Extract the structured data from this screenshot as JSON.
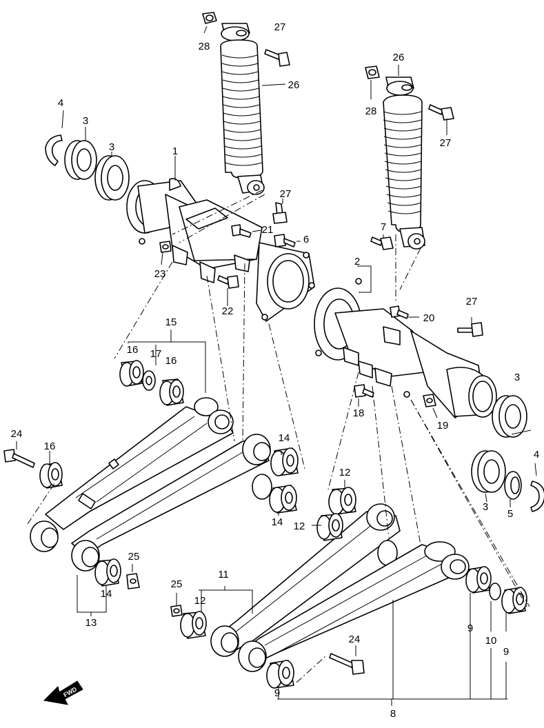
{
  "callouts": [
    {
      "id": "28a",
      "text": "28"
    },
    {
      "id": "27a",
      "text": "27"
    },
    {
      "id": "26a",
      "text": "26"
    },
    {
      "id": "4a",
      "text": "4"
    },
    {
      "id": "3a",
      "text": "3"
    },
    {
      "id": "3b",
      "text": "3"
    },
    {
      "id": "1",
      "text": "1"
    },
    {
      "id": "27b",
      "text": "27"
    },
    {
      "id": "21",
      "text": "21"
    },
    {
      "id": "6",
      "text": "6"
    },
    {
      "id": "23",
      "text": "23"
    },
    {
      "id": "22",
      "text": "22"
    },
    {
      "id": "26b",
      "text": "26"
    },
    {
      "id": "26c",
      "text": "26"
    },
    {
      "id": "28b",
      "text": "28"
    },
    {
      "id": "27c",
      "text": "27"
    },
    {
      "id": "7",
      "text": "7"
    },
    {
      "id": "2",
      "text": "2"
    },
    {
      "id": "20",
      "text": "20"
    },
    {
      "id": "27d",
      "text": "27"
    },
    {
      "id": "15",
      "text": "15"
    },
    {
      "id": "16a",
      "text": "16"
    },
    {
      "id": "17",
      "text": "17"
    },
    {
      "id": "16b",
      "text": "16"
    },
    {
      "id": "24a",
      "text": "24"
    },
    {
      "id": "16c",
      "text": "16"
    },
    {
      "id": "14a",
      "text": "14"
    },
    {
      "id": "14b",
      "text": "14"
    },
    {
      "id": "25a",
      "text": "25"
    },
    {
      "id": "14c",
      "text": "14"
    },
    {
      "id": "13",
      "text": "13"
    },
    {
      "id": "18",
      "text": "18"
    },
    {
      "id": "19",
      "text": "19"
    },
    {
      "id": "3c",
      "text": "3"
    },
    {
      "id": "4b",
      "text": "4"
    },
    {
      "id": "3d",
      "text": "3"
    },
    {
      "id": "5",
      "text": "5"
    },
    {
      "id": "12a",
      "text": "12"
    },
    {
      "id": "12b",
      "text": "12"
    },
    {
      "id": "11",
      "text": "11"
    },
    {
      "id": "25b",
      "text": "25"
    },
    {
      "id": "12c",
      "text": "12"
    },
    {
      "id": "24b",
      "text": "24"
    },
    {
      "id": "9a",
      "text": "9"
    },
    {
      "id": "10",
      "text": "10"
    },
    {
      "id": "9b",
      "text": "9"
    },
    {
      "id": "9c",
      "text": "9"
    },
    {
      "id": "8",
      "text": "8"
    }
  ],
  "fwd_label": "FWD"
}
